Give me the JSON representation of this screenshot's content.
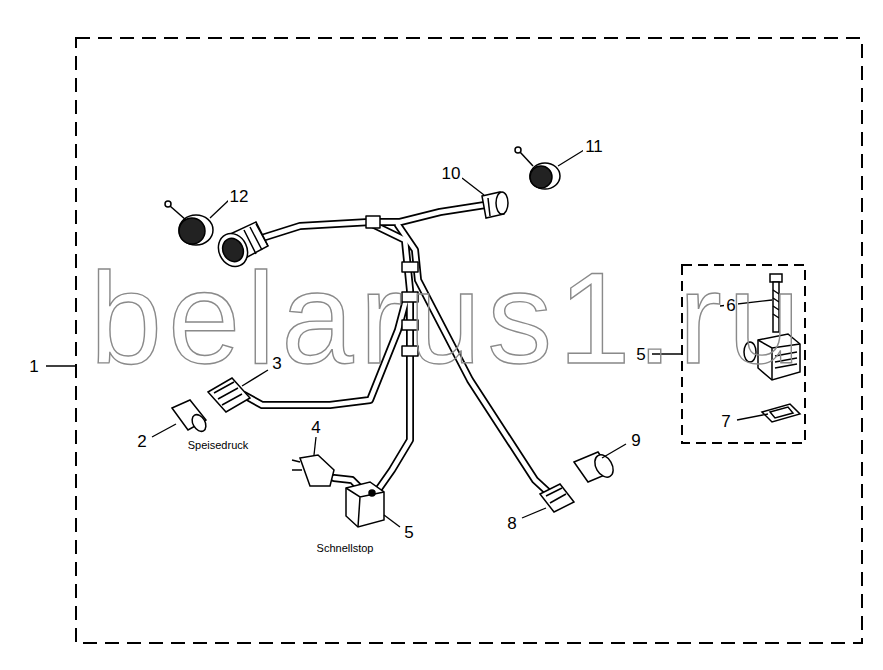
{
  "diagram": {
    "labels": [
      "11",
      "10",
      "12",
      "6",
      "1",
      "5",
      "3",
      "7",
      "2",
      "9",
      "4",
      "Speisedruck",
      "8",
      "Schnellstop",
      "5",
      "belarus1.ru"
    ]
  }
}
